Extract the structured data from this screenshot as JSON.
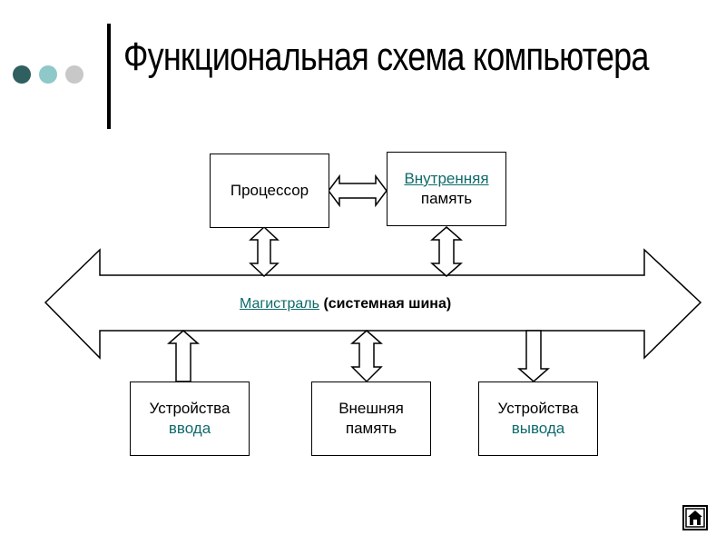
{
  "title": "Функциональная схема компьютера",
  "colors": {
    "dot_1": "#2f5f5f",
    "dot_2": "#8ec8c8",
    "dot_3": "#c8c8c8",
    "link": "#0e6b6b"
  },
  "nodes": {
    "processor": {
      "label": "Процессор"
    },
    "internal_memory": {
      "line1": "Внутренняя",
      "line2": "память"
    },
    "bus": {
      "link_text": "Магистраль",
      "bold_text": "(системная шина)"
    },
    "input_devices": {
      "line1": "Устройства",
      "line2": "ввода"
    },
    "external_memory": {
      "line1": "Внешняя",
      "line2": "память"
    },
    "output_devices": {
      "line1": "Устройства",
      "line2": "вывода"
    }
  },
  "icons": {
    "home_button": "home-icon"
  }
}
